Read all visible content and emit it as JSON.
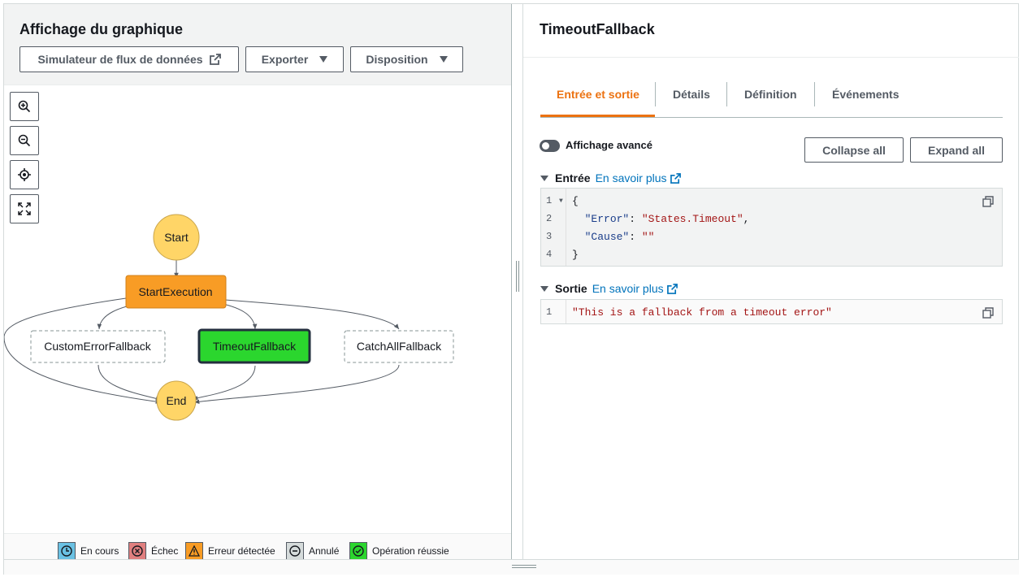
{
  "left_panel": {
    "title": "Affichage du graphique",
    "buttons": {
      "simulator": "Simulateur de flux de données",
      "export": "Exporter",
      "layout": "Disposition"
    },
    "zoom_controls": [
      "zoom-in-icon",
      "zoom-out-icon",
      "center-icon",
      "fit-icon"
    ],
    "graph": {
      "nodes": {
        "start": "Start",
        "start_execution": "StartExecution",
        "custom_error_fallback": "CustomErrorFallback",
        "timeout_fallback": "TimeoutFallback",
        "catch_all_fallback": "CatchAllFallback",
        "end": "End"
      },
      "node_states": {
        "start": "terminal",
        "start_execution": "caught-error",
        "custom_error_fallback": "not-executed",
        "timeout_fallback": "succeeded",
        "catch_all_fallback": "not-executed",
        "end": "terminal"
      }
    },
    "legend": [
      {
        "label": "En cours",
        "icon": "clock-icon",
        "color": "#6ac1e3"
      },
      {
        "label": "Échec",
        "icon": "x-circle-icon",
        "color": "#e07f7f"
      },
      {
        "label": "Erreur détectée",
        "icon": "warning-icon",
        "color": "#f89c25"
      },
      {
        "label": "Annulé",
        "icon": "minus-circle-icon",
        "color": "#d5dbdb"
      },
      {
        "label": "Opération réussie",
        "icon": "check-circle-icon",
        "color": "#2bd62e"
      }
    ]
  },
  "right_panel": {
    "title": "TimeoutFallback",
    "tabs": [
      "Entrée et sortie",
      "Détails",
      "Définition",
      "Événements"
    ],
    "active_tab": "Entrée et sortie",
    "advanced_view_label": "Affichage avancé",
    "advanced_view_on": false,
    "collapse_all": "Collapse all",
    "expand_all": "Expand all",
    "input": {
      "title": "Entrée",
      "link": "En savoir plus",
      "lines": [
        {
          "n": "1",
          "text": "{"
        },
        {
          "n": "2",
          "key": "\"Error\"",
          "value": "\"States.Timeout\"",
          "trail": ","
        },
        {
          "n": "3",
          "key": "\"Cause\"",
          "value": "\"\"",
          "trail": ""
        },
        {
          "n": "4",
          "text": "}"
        }
      ]
    },
    "output": {
      "title": "Sortie",
      "link": "En savoir plus",
      "lines": [
        {
          "n": "1",
          "value": "\"This is a fallback from a timeout error\""
        }
      ]
    }
  },
  "colors": {
    "accent": "#ec7211",
    "link": "#0073bb",
    "terminal_node": "#ffd567",
    "caught_error_node": "#f89c25",
    "succeeded_node": "#2bd62e"
  }
}
